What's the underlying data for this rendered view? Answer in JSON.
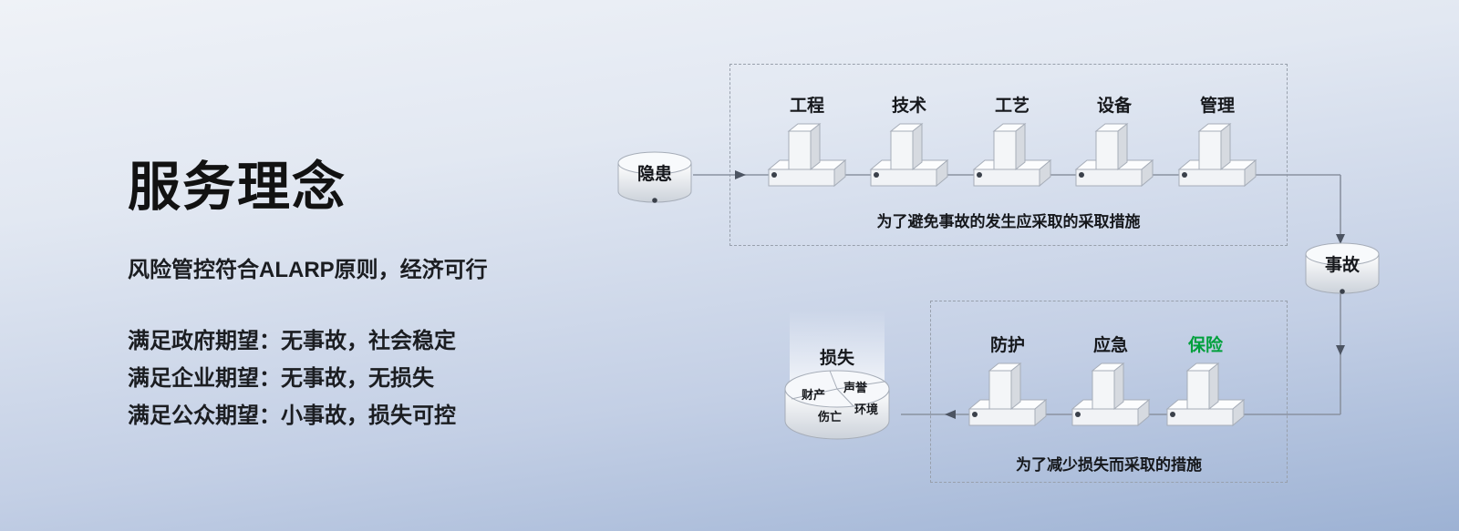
{
  "left_panel": {
    "title": "服务理念",
    "subtitle": "风险管控符合ALARP原则，经济可行",
    "expectations": [
      "满足政府期望：无事故，社会稳定",
      "满足企业期望：无事故，无损失",
      "满足公众期望：小事故，损失可控"
    ]
  },
  "diagram": {
    "nodes": {
      "hazard": "隐患",
      "accident": "事故",
      "loss": "损失"
    },
    "prevention": {
      "blocks": [
        "工程",
        "技术",
        "工艺",
        "设备",
        "管理"
      ],
      "caption": "为了避免事故的发生应采取的采取措施"
    },
    "mitigation": {
      "blocks": [
        "防护",
        "应急",
        "保险"
      ],
      "caption": "为了减少损失而采取的措施",
      "highlight_color": "#00a03c"
    },
    "loss_categories": [
      "财产",
      "声誉",
      "伤亡",
      "环境"
    ]
  }
}
